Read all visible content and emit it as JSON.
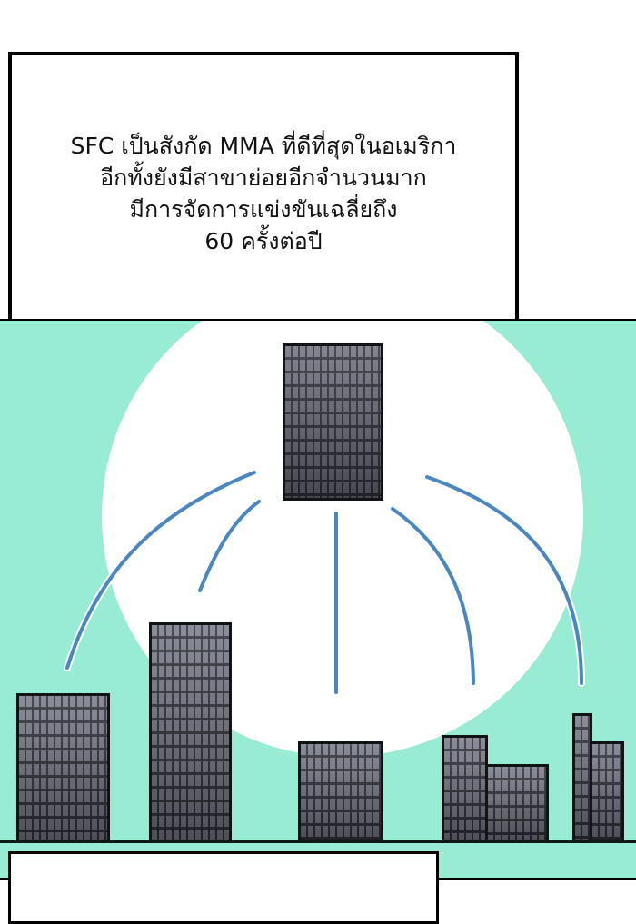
{
  "caption_top": {
    "lines": [
      "SFC เป็นสังกัด MMA ที่ดีที่สุดในอเมริกา",
      "อีกทั้งยังมีสาขาย่อยอีกจำนวนมาก",
      "มีการจัดการแข่งขันเฉลี่ยถึง",
      "60 ครั้งต่อปี"
    ]
  },
  "scene": {
    "background_color": "#97ecd3",
    "line_color": "#4a87c0",
    "headquarters": {
      "label": "headquarters-building"
    },
    "branches": [
      {
        "label": "branch-building-1"
      },
      {
        "label": "branch-building-2"
      },
      {
        "label": "branch-building-3"
      },
      {
        "label": "branch-building-4"
      },
      {
        "label": "branch-building-5"
      }
    ]
  },
  "caption_bottom": {
    "lines": []
  }
}
